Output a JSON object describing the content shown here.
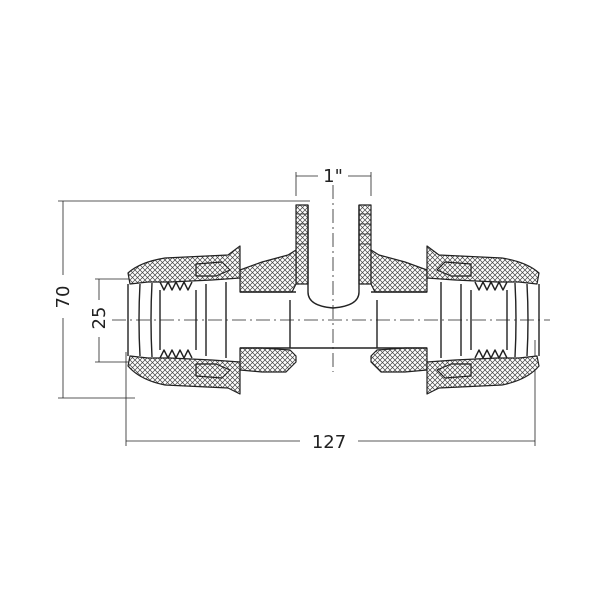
{
  "dimensions": {
    "overall_height": "70",
    "bore": "25",
    "thread": "1\"",
    "overall_length": "127"
  },
  "colors": {
    "line": "#222222",
    "background": "#ffffff"
  }
}
